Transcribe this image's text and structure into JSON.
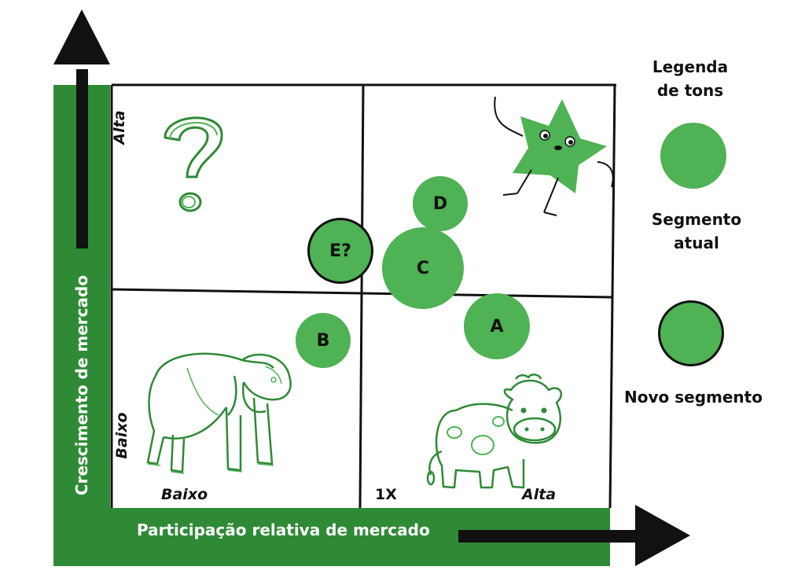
{
  "colors": {
    "green": "#4fb254",
    "green_dark": "#2f8a36",
    "line": "#111111"
  },
  "axes": {
    "y_label": "Crescimento de mercado",
    "x_label": "Participação relativa de mercado"
  },
  "quadrant_labels": {
    "y_high": "Alta",
    "y_low": "Baixo",
    "x_low": "Baixo",
    "x_mid": "1X",
    "x_high": "Alta"
  },
  "quadrants": {
    "top_left_icon": "question-mark-icon",
    "top_right_icon": "star-character-icon",
    "bottom_left_icon": "bulldog-icon",
    "bottom_right_icon": "cow-icon"
  },
  "segments": [
    {
      "label": "A",
      "kind": "current"
    },
    {
      "label": "B",
      "kind": "current"
    },
    {
      "label": "C",
      "kind": "current"
    },
    {
      "label": "D",
      "kind": "current"
    },
    {
      "label": "E?",
      "kind": "new"
    }
  ],
  "legend": {
    "title": "Legenda\nde tons",
    "current_label": "Segmento\natual",
    "new_label": "Novo segmento"
  }
}
